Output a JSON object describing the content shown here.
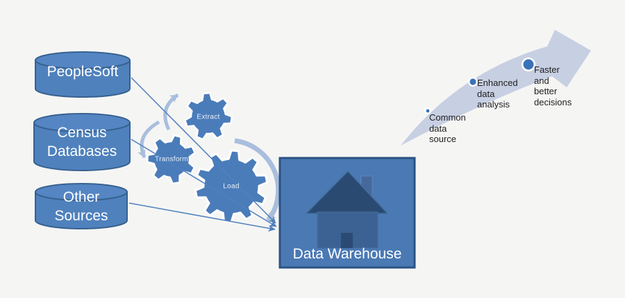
{
  "sources": [
    {
      "label": "PeopleSoft"
    },
    {
      "label": "Census\nDatabases"
    },
    {
      "label": "Other\nSources"
    }
  ],
  "etl_gears": [
    {
      "label": "Extract"
    },
    {
      "label": "Transform"
    },
    {
      "label": "Load"
    }
  ],
  "warehouse": {
    "label": "Data Warehouse"
  },
  "milestones": [
    {
      "label": "Common\ndata\nsource"
    },
    {
      "label": "Enhanced\ndata\nanalysis"
    },
    {
      "label": "Faster\nand\nbetter\ndecisions"
    }
  ],
  "icons": {
    "warehouse": "house-icon",
    "etl": "gear-icon",
    "growth": "swoosh-arrow-icon",
    "rotation": "curved-arrow-icon",
    "source": "database-cylinder-icon",
    "milestone": "milestone-dot-icon"
  },
  "colors": {
    "background": "#f5f5f4",
    "accent": "#4f81bd",
    "accent_top": "#5586c3",
    "accent_dark": "#36618f",
    "gear": "#4a7cba",
    "arc": "#a9bedd",
    "swoosh": "#c7cfe2",
    "box_fill": "#4a79b4",
    "box_border": "#2a5284",
    "roof": "#2b4a72",
    "hbody": "#3c6293",
    "chimney": "#47689b",
    "door": "#2b4b74",
    "dot": "#3a72b8",
    "text_dark": "#1e1e1e",
    "label_white": "#ffffff"
  }
}
